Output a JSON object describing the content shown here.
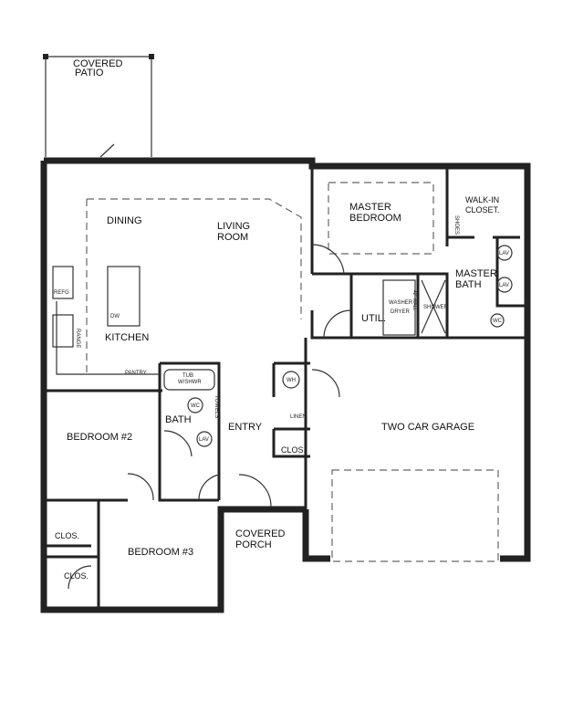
{
  "rooms": {
    "covered_patio": [
      "COVERED",
      "PATIO"
    ],
    "dining": "DINING",
    "living_room": [
      "LIVING",
      "ROOM"
    ],
    "kitchen": "KITCHEN",
    "master_bedroom": [
      "MASTER",
      "BEDROOM"
    ],
    "walk_in_closet": [
      "WALK-IN",
      "CLOSET."
    ],
    "master_bath": [
      "MASTER",
      "BATH"
    ],
    "util": "UTIL.",
    "bath": "BATH",
    "entry": "ENTRY",
    "bedroom2": "BEDROOM #2",
    "bedroom3": "BEDROOM #3",
    "closet": "CLOS.",
    "covered_porch": [
      "COVERED",
      "PORCH"
    ],
    "garage": "TWO CAR GARAGE"
  },
  "fixtures": {
    "refrigerator": "REFG",
    "range": "RANGE",
    "dishwasher": "DW",
    "pantry": "PANTRY",
    "tub": [
      "TUB",
      "W/SHWR"
    ],
    "wc": "WC",
    "towels": "TOWELS",
    "lav": "LAV",
    "water_heater": "WH",
    "linen": "LINEN",
    "shoes": "SHOES",
    "washer_dryer": [
      "WASHER",
      "DRYER"
    ],
    "shower": "SHOWER",
    "half_wall": "42\" WALL"
  }
}
